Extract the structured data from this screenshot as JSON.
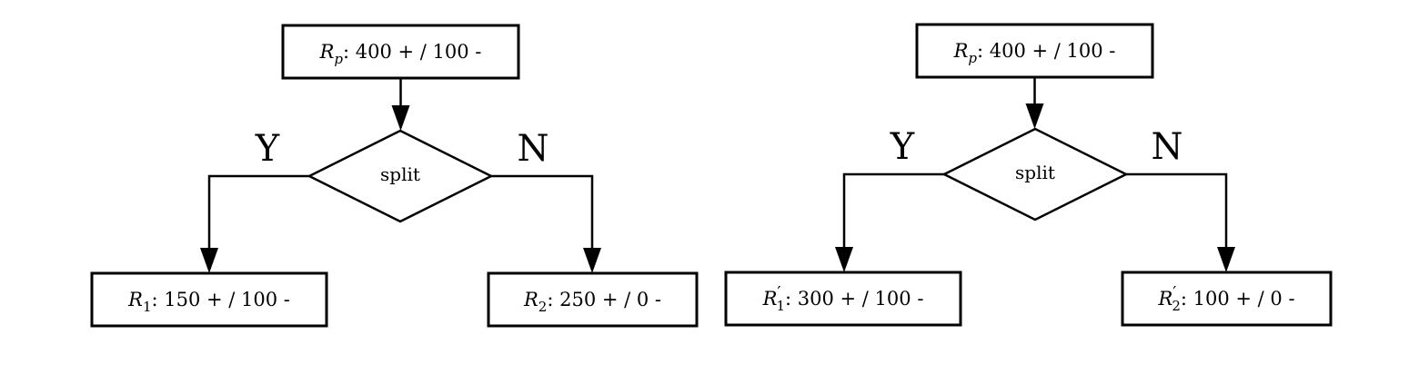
{
  "trees": [
    {
      "parent": {
        "sym": "R",
        "sub": "p",
        "prime": false,
        "text": ": 400 + / 100 -"
      },
      "split": "split",
      "yes_label": "Y",
      "no_label": "N",
      "left": {
        "sym": "R",
        "sub": "1",
        "prime": false,
        "text": ": 150 + / 100 -"
      },
      "right": {
        "sym": "R",
        "sub": "2",
        "prime": false,
        "text": ": 250 + / 0 -"
      }
    },
    {
      "parent": {
        "sym": "R",
        "sub": "p",
        "prime": false,
        "text": ": 400 + / 100 -"
      },
      "split": "split",
      "yes_label": "Y",
      "no_label": "N",
      "left": {
        "sym": "R",
        "sub": "1",
        "prime": true,
        "text": ": 300 + / 100 -"
      },
      "right": {
        "sym": "R",
        "sub": "2",
        "prime": true,
        "text": ": 100 + / 0 -"
      }
    }
  ]
}
